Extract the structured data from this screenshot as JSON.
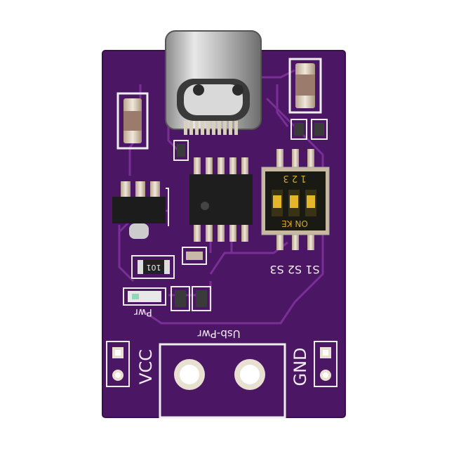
{
  "board": {
    "color": "#4b1663",
    "trace_color": "#7a2f97",
    "labels": {
      "vcc": "VCC",
      "gnd": "GND",
      "usb_pwr": "Usb-Pwr",
      "pwr": "Pwr",
      "switch_names": "S1 S2 S3",
      "switch_state": "ON KE",
      "switch_numbers": "1 2 3",
      "resistor_code": "101"
    }
  }
}
